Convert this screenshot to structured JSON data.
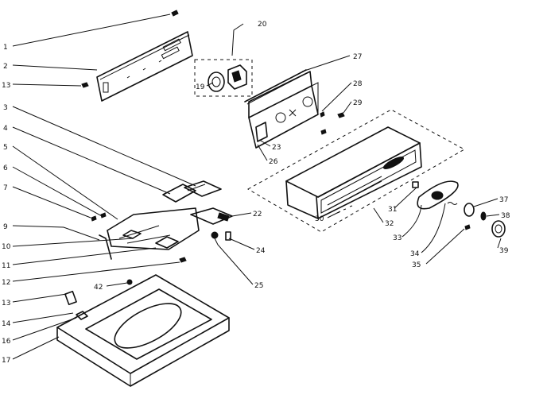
{
  "callouts": {
    "c1": "1",
    "c2": "2",
    "c13a": "13",
    "c3": "3",
    "c4": "4",
    "c5": "5",
    "c6": "6",
    "c7": "7",
    "c9": "9",
    "c10": "10",
    "c11": "11",
    "c12": "12",
    "c13b": "13",
    "c14": "14",
    "c16": "16",
    "c17": "17",
    "c42": "42",
    "c20": "20",
    "c19": "19",
    "c27": "27",
    "c28": "28",
    "c29": "29",
    "c23": "23",
    "c26": "26",
    "c22": "22",
    "c24": "24",
    "c25": "25",
    "c30": "30",
    "c31": "31",
    "c32": "32",
    "c33": "33",
    "c34": "34",
    "c35": "35",
    "c37": "37",
    "c38": "38",
    "c39": "39"
  }
}
